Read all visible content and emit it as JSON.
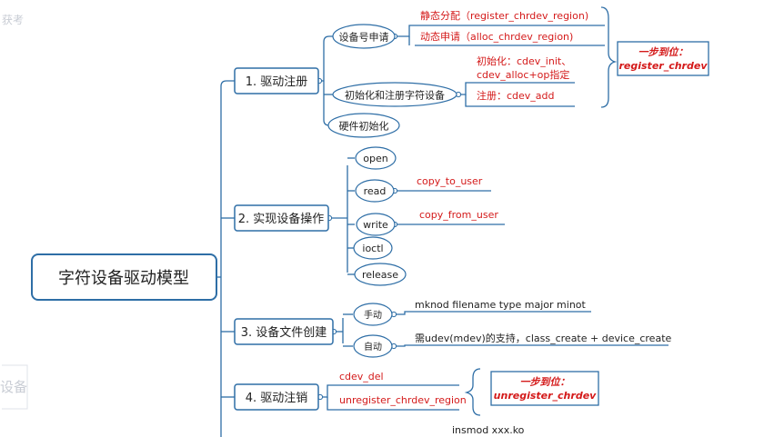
{
  "root": "字符设备驱动模型",
  "faded_text": {
    "top_left": "获考",
    "left_middle": "设备"
  },
  "colors": {
    "line": "#2e6ea6",
    "red": "#d41a1a",
    "text": "#222222"
  },
  "branches": [
    {
      "label": "1. 驱动注册",
      "children": [
        {
          "label": "设备号申请",
          "leaves": [
            "静态分配（register_chrdev_region)",
            "动态申请（alloc_chrdev_region)"
          ]
        },
        {
          "label": "初始化和注册字符设备",
          "leaves": [
            "初始化：cdev_init、",
            "cdev_alloc+op指定",
            "注册：cdev_add"
          ]
        },
        {
          "label": "硬件初始化",
          "leaves": []
        }
      ],
      "callout": {
        "line1": "一步到位：",
        "line2": "register_chrdev"
      }
    },
    {
      "label": "2. 实现设备操作",
      "children": [
        {
          "label": "open",
          "leaves": []
        },
        {
          "label": "read",
          "leaves": [
            "copy_to_user"
          ]
        },
        {
          "label": "write",
          "leaves": [
            "copy_from_user"
          ]
        },
        {
          "label": "ioctl",
          "leaves": []
        },
        {
          "label": "release",
          "leaves": []
        }
      ]
    },
    {
      "label": "3. 设备文件创建",
      "children": [
        {
          "label": "手动",
          "leaves": [
            "mknod filename type major minot"
          ]
        },
        {
          "label": "自动",
          "leaves": [
            "需udev(mdev)的支持，class_create + device_create"
          ]
        }
      ]
    },
    {
      "label": "4. 驱动注销",
      "leaves": [
        "cdev_del",
        "unregister_chrdev_region"
      ],
      "callout": {
        "line1": "一步到位：",
        "line2": "unregister_chrdev"
      }
    }
  ],
  "bottom_text": "insmod xxx.ko"
}
